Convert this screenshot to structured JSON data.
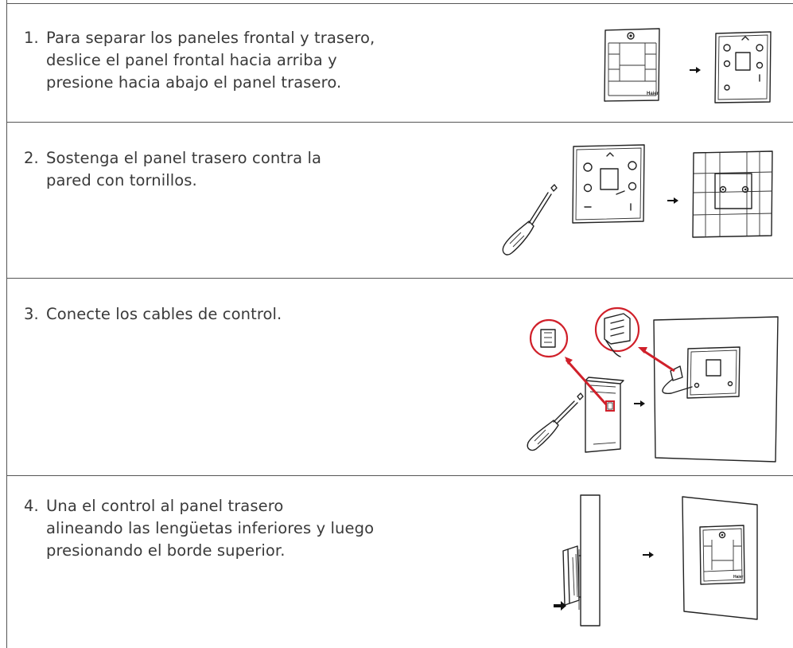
{
  "steps": [
    {
      "number": "1.",
      "lines": [
        "Para separar los paneles frontal y trasero,",
        "deslice el panel frontal hacia arriba y",
        "presione hacia abajo el panel trasero."
      ],
      "illustration": {
        "brand": "Haier",
        "icons": [
          "front-panel",
          "arrow-right",
          "back-panel"
        ]
      }
    },
    {
      "number": "2.",
      "lines": [
        "Sostenga el panel trasero contra la",
        "pared con tornillos."
      ],
      "illustration": {
        "icons": [
          "screwdriver",
          "back-panel",
          "arrow-right",
          "panel-on-wall"
        ]
      }
    },
    {
      "number": "3.",
      "lines": [
        "Conecte los cables de control."
      ],
      "illustration": {
        "icons": [
          "screwdriver",
          "terminal-zoom",
          "panel-side",
          "arrow-right",
          "wall-with-wiring"
        ],
        "accent_color": "#d0202a"
      }
    },
    {
      "number": "4.",
      "lines": [
        "Una el control al panel trasero",
        "alineando las lengüetas inferiores y luego",
        "presionando el borde superior."
      ],
      "illustration": {
        "brand": "Haier",
        "icons": [
          "control-side-mount",
          "arrow-right",
          "installed-control"
        ]
      }
    }
  ]
}
